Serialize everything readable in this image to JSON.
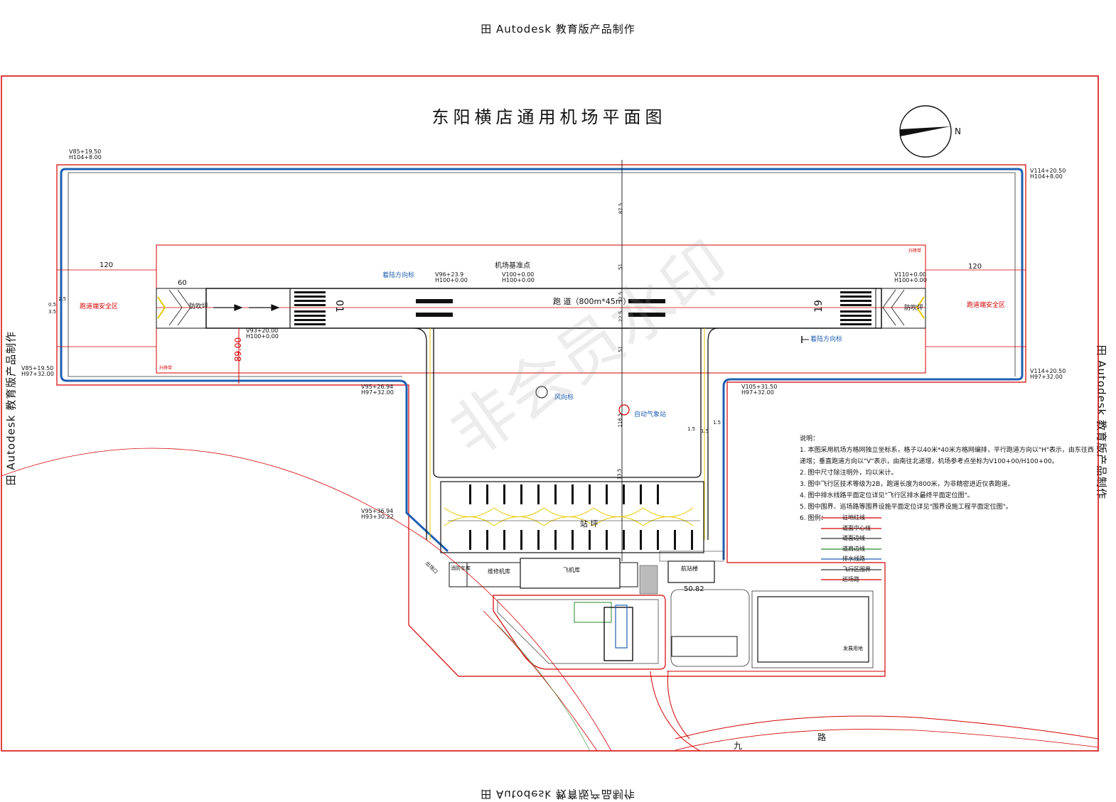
{
  "banner": "田 Autodesk 教育版产品制作",
  "title": "东阳横店通用机场平面图",
  "north_label": "N",
  "watermark": "非会员水印",
  "runway": {
    "label": "跑 道（800m*45m）",
    "number_left": "01",
    "number_right": "19",
    "reference_point": "机场基准点",
    "blast_pad": "防吹坪",
    "safety_area": "跑道端安全区",
    "strip_left": "升降带",
    "strip_right": "升降带",
    "landing_sign_1": "着陆方向标",
    "landing_sign_2": "着陆方向标"
  },
  "coords": {
    "tl_v": "V85+19.50",
    "tl_h": "H104+8.00",
    "tr_v": "V114+20.50",
    "tr_h": "H104+8.00",
    "ml_v": "V85+19.50",
    "ml_h": "H97+32.00",
    "mr_v": "V114+20.50",
    "mr_h": "H97+32.00",
    "p1_v": "V96+23.9",
    "p1_h": "H100+0.00",
    "ref_v": "V100+0.00",
    "ref_h": "H100+0.00",
    "p2_v": "V110+0.00",
    "p2_h": "H100+0.00",
    "p3_v": "V93+20.00",
    "p3_h": "H100+0.00",
    "p4_v": "V95+26.94",
    "p4_h": "H97+32.00",
    "p5_v": "V105+31.50",
    "p5_h": "H97+32.00",
    "p6_v": "V95+36.94",
    "p6_h": "H93+30.22"
  },
  "dims": {
    "d120_left": "120",
    "d120_right": "120",
    "d60": "60",
    "d89": "89.00",
    "d5082": "50.82",
    "d05": "0.5",
    "d25": "2.5",
    "d35": "3.5",
    "d15a": "1.5",
    "d15b": "1.5",
    "d15c": "1.5",
    "v875": "87.5",
    "v51": "51",
    "v225a": "22.5",
    "v225b": "22.5",
    "v515": "51",
    "v1165": "116.5",
    "v135": "13.5"
  },
  "facilities": {
    "windsock": "风向标",
    "weather": "自动气象站",
    "apron": "站 坪",
    "fire": "消防车库",
    "maintenance": "维修机库",
    "hangar": "飞机库",
    "terminal": "航站楼",
    "exit": "出场口",
    "dev_land": "发展用地",
    "road": "九",
    "road2": "路"
  },
  "notes": {
    "title": "说明：",
    "n1": "1. 本图采用机场方格网独立坐标系，格子以40米*40米方格网编排，平行跑道方向以\"H\"表示，由东往西递增；垂直跑道方向以\"V\"表示，由南往北递增，机场参考点坐标为V100+00/H100+00。",
    "n2": "2. 图中尺寸除注明外，均以米计。",
    "n3": "3. 图中飞行区技术等级为2B，跑道长度为800米，为非精密进近仪表跑道。",
    "n4": "4. 图中排水线路平面定位详见\"飞行区排水最终平面定位图\"。",
    "n5": "5. 图中围界、巡场路等围界设施平面定位详见\"围界设施工程平面定位图\"。",
    "n6": "6. 图例："
  },
  "legend": [
    {
      "label": "征地红线",
      "color": "#d40000"
    },
    {
      "label": "道面中心线",
      "color": "#d40000"
    },
    {
      "label": "道面边线",
      "color": "#333333"
    },
    {
      "label": "道肩边线",
      "color": "#2a8a2a"
    },
    {
      "label": "排水线路",
      "color": "#1f5fb0"
    },
    {
      "label": "飞行区围界",
      "color": "#333333"
    },
    {
      "label": "巡场路",
      "color": "#d40000"
    }
  ],
  "colors": {
    "red": "#d40000",
    "blue": "#1f5fb0",
    "green": "#2a8a2a",
    "yellow": "#e6c800",
    "black": "#111111"
  }
}
